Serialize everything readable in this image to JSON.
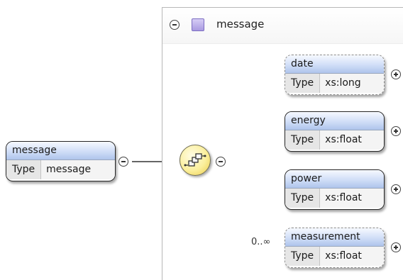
{
  "root_element": {
    "name": "message",
    "type_label": "Type",
    "type_value": "message"
  },
  "complex_type": {
    "name": "message",
    "compositor": "sequence"
  },
  "children": [
    {
      "name": "date",
      "type_label": "Type",
      "type_value": "xs:long",
      "optional": true,
      "occurs": ""
    },
    {
      "name": "energy",
      "type_label": "Type",
      "type_value": "xs:float",
      "optional": false,
      "occurs": ""
    },
    {
      "name": "power",
      "type_label": "Type",
      "type_value": "xs:float",
      "optional": false,
      "occurs": ""
    },
    {
      "name": "measurement",
      "type_label": "Type",
      "type_value": "xs:float",
      "optional": true,
      "occurs": "0..∞"
    }
  ],
  "colors": {
    "header_gradient_top": "#f6f9ff",
    "header_gradient_bottom": "#aec4ec",
    "compositor_fill": "#fbef9c",
    "type_icon": "#a99ae0",
    "connector": "#333333",
    "optional_connector": "#c2c2c2"
  }
}
